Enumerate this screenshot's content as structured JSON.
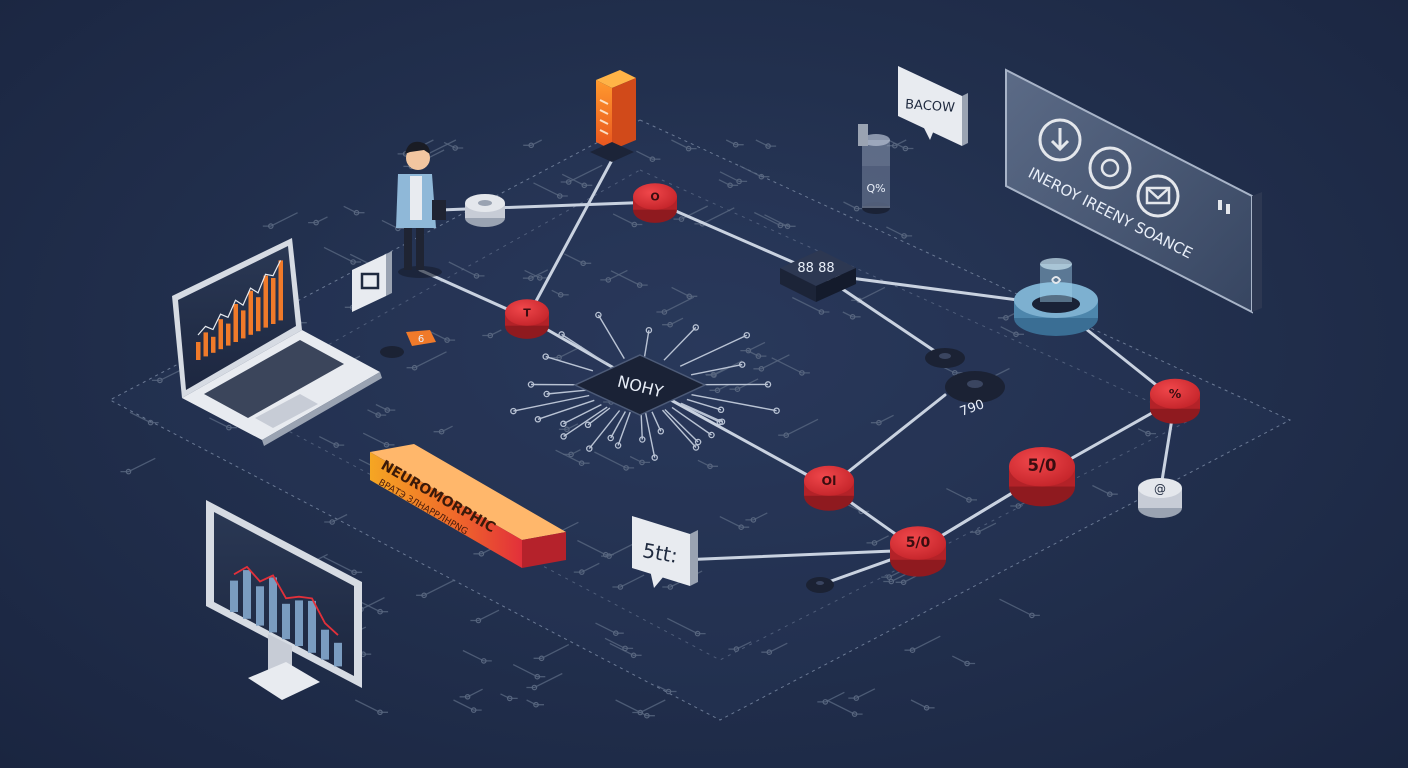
{
  "colors": {
    "background": "#22304e",
    "node_red": "#d62f34",
    "node_red_dark": "#8f1a1f",
    "accent_orange": "#f07a2a",
    "circuit_trace": "#58667f",
    "panel_glass": "#5a6b86",
    "connector_line": "#c9d2e0"
  },
  "chip": {
    "label": "NOHY"
  },
  "labels": {
    "neuromorphic_bar_title": "NEUROMORPHIC",
    "neuromorphic_bar_sub": "ВРАТЭ ЗЛНАРРЛНРNG",
    "bacow_bubble": "BACOW",
    "vial_label": "Q%",
    "display_panel_text": "INEROY IREENY SOANCE",
    "speech_bubble_5th": "5tt:",
    "module_label": "88 88",
    "disc_label": "790",
    "orange_tag": "6"
  },
  "nodes": [
    {
      "label": "O"
    },
    {
      "label": "T"
    },
    {
      "label": "%"
    },
    {
      "label": "Ol"
    },
    {
      "label": "5/0"
    },
    {
      "label": "5/0"
    },
    {
      "label": "%"
    }
  ],
  "display_panel_icons": [
    "download-icon",
    "target-icon",
    "mail-icon"
  ],
  "laptop_chart_values": [
    18,
    24,
    16,
    30,
    22,
    38,
    28,
    44,
    34,
    52,
    46,
    60
  ],
  "monitor_chart_values": [
    40,
    62,
    50,
    70,
    45,
    58,
    66,
    38,
    30
  ]
}
